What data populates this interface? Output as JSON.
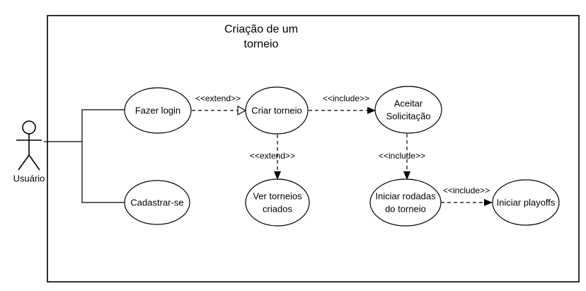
{
  "diagram": {
    "type": "uml-use-case-diagram",
    "title": "Criação de um torneio",
    "title_lines": [
      "Criação de um",
      "torneio"
    ],
    "actors": [
      {
        "id": "usuario",
        "label": "Usuário"
      }
    ],
    "use_cases": [
      {
        "id": "fazer-login",
        "label": "Fazer login",
        "lines": [
          "Fazer login"
        ]
      },
      {
        "id": "criar-torneio",
        "label": "Criar torneio",
        "lines": [
          "Criar torneio"
        ]
      },
      {
        "id": "aceitar-solicitacao",
        "label": "Aceitar Solicitação",
        "lines": [
          "Aceitar",
          "Solicitação"
        ]
      },
      {
        "id": "cadastrar-se",
        "label": "Cadastrar-se",
        "lines": [
          "Cadastrar-se"
        ]
      },
      {
        "id": "ver-torneios-criados",
        "label": "Ver torneios criados",
        "lines": [
          "Ver torneios",
          "criados"
        ]
      },
      {
        "id": "iniciar-rodadas",
        "label": "Iniciar rodadas do torneio",
        "lines": [
          "Iniciar rodadas",
          "do torneio"
        ]
      },
      {
        "id": "iniciar-playoffs",
        "label": "Iniciar playoffs",
        "lines": [
          "Iniciar playoffs"
        ]
      }
    ],
    "relationships": [
      {
        "id": "rel-login-criar",
        "from": "fazer-login",
        "to": "criar-torneio",
        "stereotype": "<<extend>>",
        "arrow": "open-triangle"
      },
      {
        "id": "rel-criar-aceitar",
        "from": "criar-torneio",
        "to": "aceitar-solicitacao",
        "stereotype": "<<include>>",
        "arrow": "filled"
      },
      {
        "id": "rel-criar-ver",
        "from": "criar-torneio",
        "to": "ver-torneios-criados",
        "stereotype": "<<extend>>",
        "arrow": "filled"
      },
      {
        "id": "rel-aceitar-rodadas",
        "from": "aceitar-solicitacao",
        "to": "iniciar-rodadas",
        "stereotype": "<<include>>",
        "arrow": "filled"
      },
      {
        "id": "rel-rodadas-playoffs",
        "from": "iniciar-rodadas",
        "to": "iniciar-playoffs",
        "stereotype": "<<include>>",
        "arrow": "filled"
      }
    ],
    "associations": [
      {
        "id": "assoc-usuario-login",
        "from": "usuario",
        "to": "fazer-login"
      },
      {
        "id": "assoc-usuario-cadastrar",
        "from": "usuario",
        "to": "cadastrar-se"
      }
    ],
    "colors": {
      "stroke": "#000000",
      "fill": "#ffffff",
      "background": "#ffffff"
    }
  },
  "chart_data": {
    "type": "diagram",
    "title": "Criação de um torneio",
    "nodes": [
      "Usuário",
      "Fazer login",
      "Criar torneio",
      "Aceitar Solicitação",
      "Cadastrar-se",
      "Ver torneios criados",
      "Iniciar rodadas do torneio",
      "Iniciar playoffs"
    ],
    "edges": [
      [
        "Usuário",
        "Fazer login",
        "association"
      ],
      [
        "Usuário",
        "Cadastrar-se",
        "association"
      ],
      [
        "Fazer login",
        "Criar torneio",
        "<<extend>>"
      ],
      [
        "Criar torneio",
        "Aceitar Solicitação",
        "<<include>>"
      ],
      [
        "Criar torneio",
        "Ver torneios criados",
        "<<extend>>"
      ],
      [
        "Aceitar Solicitação",
        "Iniciar rodadas do torneio",
        "<<include>>"
      ],
      [
        "Iniciar rodadas do torneio",
        "Iniciar playoffs",
        "<<include>>"
      ]
    ]
  }
}
